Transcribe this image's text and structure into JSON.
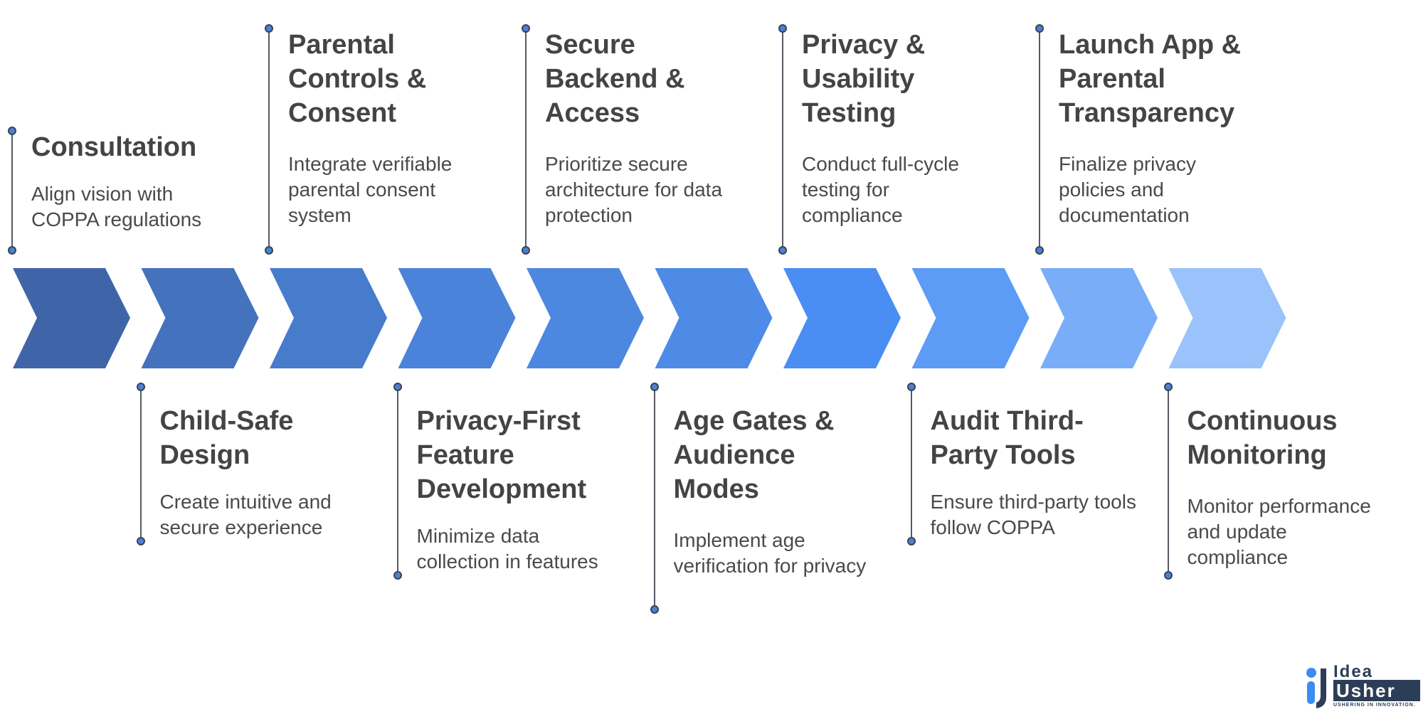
{
  "stages": [
    {
      "title": "Consultation",
      "description": "Align vision with COPPA regulations",
      "color": "#3f65a8"
    },
    {
      "title": "Child-Safe Design",
      "description": "Create intuitive and secure experience",
      "color": "#4472bd"
    },
    {
      "title": "Parental Controls & Consent",
      "description": "Integrate verifiable parental consent system",
      "color": "#477bcc"
    },
    {
      "title": "Privacy-First Feature Development",
      "description": "Minimize data collection in features",
      "color": "#4a83d9"
    },
    {
      "title": "Secure Backend & Access",
      "description": "Prioritize secure architecture for data protection",
      "color": "#4c88e0"
    },
    {
      "title": "Age Gates & Audience Modes",
      "description": "Implement age verification for privacy",
      "color": "#4d8be7"
    },
    {
      "title": "Privacy & Usability Testing",
      "description": "Conduct full-cycle testing for compliance",
      "color": "#4a8df3"
    },
    {
      "title": "Audit Third-Party Tools",
      "description": "Ensure third-party tools follow COPPA",
      "color": "#5c9bf6"
    },
    {
      "title": "Launch App & Parental Transparency",
      "description": "Finalize privacy policies and documentation",
      "color": "#79adf8"
    },
    {
      "title": "Continuous Monitoring",
      "description": "Monitor performance and update compliance",
      "color": "#9ac2fb"
    }
  ],
  "logo": {
    "word1": "Idea",
    "word2": "Usher",
    "tagline": "USHERING IN INNOVATION."
  }
}
